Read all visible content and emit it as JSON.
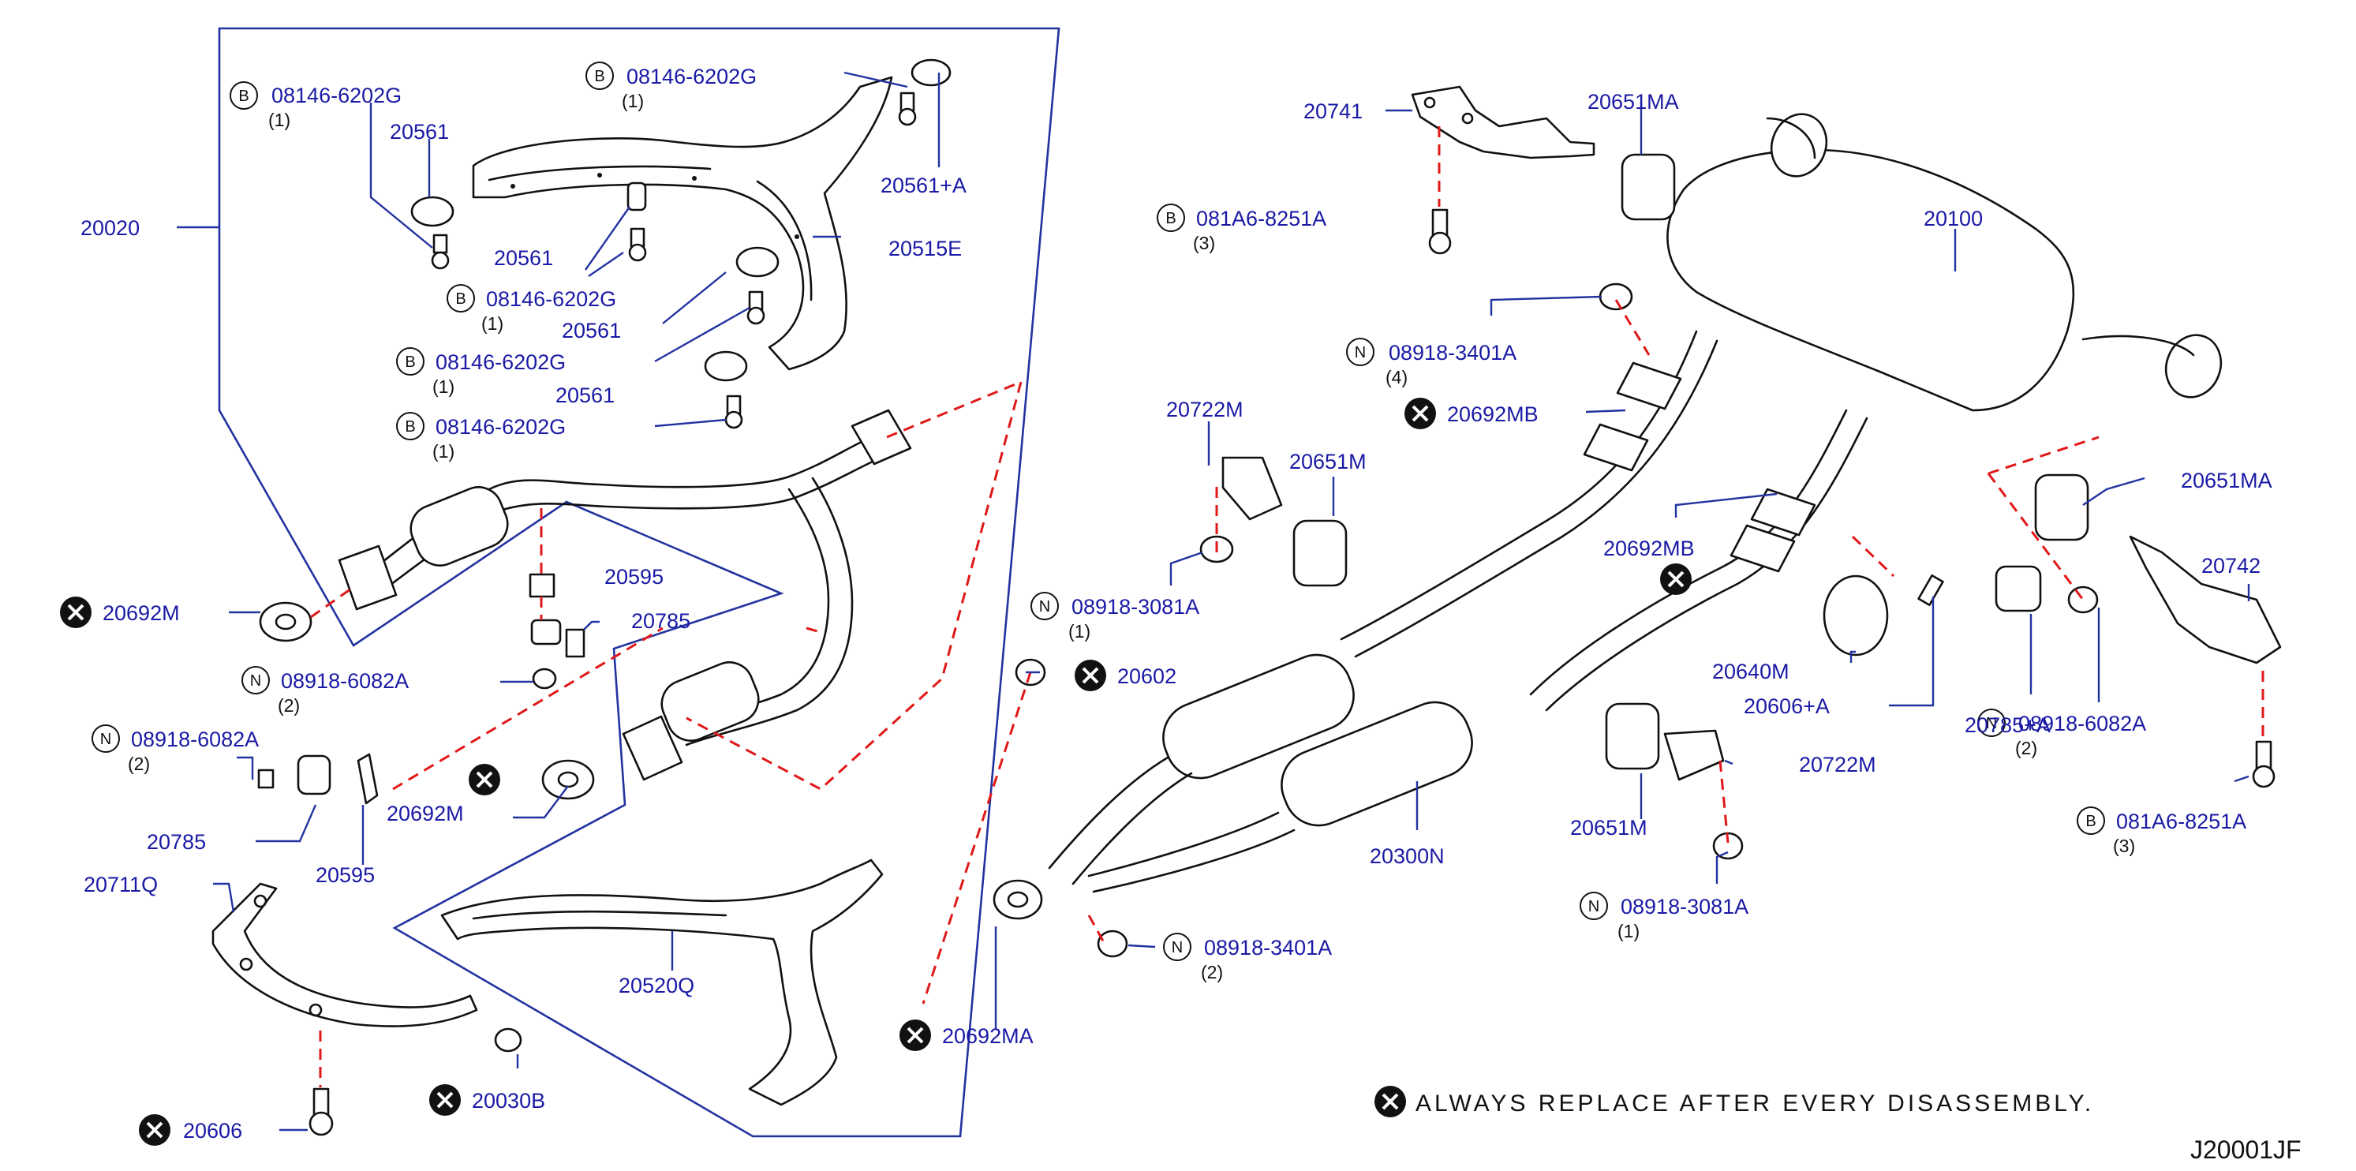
{
  "labels": {
    "l20020": "20020",
    "l08146a": "08146-6202G",
    "l08146b": "08146-6202G",
    "l08146c": "08146-6202G",
    "l08146d": "08146-6202G",
    "l08146e": "08146-6202G",
    "l20561a": "20561",
    "l20561b": "20561",
    "l20561c": "20561",
    "l20561d": "20561",
    "l20561plusA": "20561+A",
    "l20515E": "20515E",
    "l20692Ma": "20692M",
    "l20692Mb": "20692M",
    "l20595a": "20595",
    "l20595b": "20595",
    "l20785a": "20785",
    "l20785b": "20785",
    "l08918_6082Aa": "08918-6082A",
    "l08918_6082Ab": "08918-6082A",
    "l08918_6082Ac": "08918-6082A",
    "l20711Q": "20711Q",
    "l20520Q": "20520Q",
    "l20606": "20606",
    "l20030B": "20030B",
    "l20741": "20741",
    "l20651MAa": "20651MA",
    "l20651MAb": "20651MA",
    "l081A6a": "081A6-8251A",
    "l081A6b": "081A6-8251A",
    "l20100": "20100",
    "l08918_3401Aa": "08918-3401A",
    "l08918_3401Ab": "08918-3401A",
    "l20692MBa": "20692MB",
    "l20692MBb": "20692MB",
    "l20722Ma": "20722M",
    "l20722Mb": "20722M",
    "l20651Ma": "20651M",
    "l20651Mb": "20651M",
    "l08918_3081Aa": "08918-3081A",
    "l08918_3081Ab": "08918-3081A",
    "l20602": "20602",
    "l20640M": "20640M",
    "l20606plusA": "20606+A",
    "l20785plusA": "20785+A",
    "l20742": "20742",
    "l20300N": "20300N",
    "l20692MA": "20692MA"
  },
  "quantities": {
    "q1a": "(1)",
    "q1b": "(1)",
    "q1c": "(1)",
    "q1d": "(1)",
    "q1e": "(1)",
    "q2a": "(2)",
    "q2b": "(2)",
    "q2c": "(2)",
    "q2d": "(2)",
    "q3a": "(3)",
    "q3b": "(3)",
    "q4a": "(4)",
    "q1f": "(1)",
    "q1g": "(1)"
  },
  "symbols": {
    "bolt_letter": "B",
    "nut_letter": "N"
  },
  "note": "ALWAYS  REPLACE  AFTER  EVERY  DISASSEMBLY.",
  "diagram_ref": "J20001JF",
  "colors": {
    "label": "#1a1aa6",
    "leader": "#2233a0",
    "dashed": "#e01818",
    "linework": "#111111"
  }
}
